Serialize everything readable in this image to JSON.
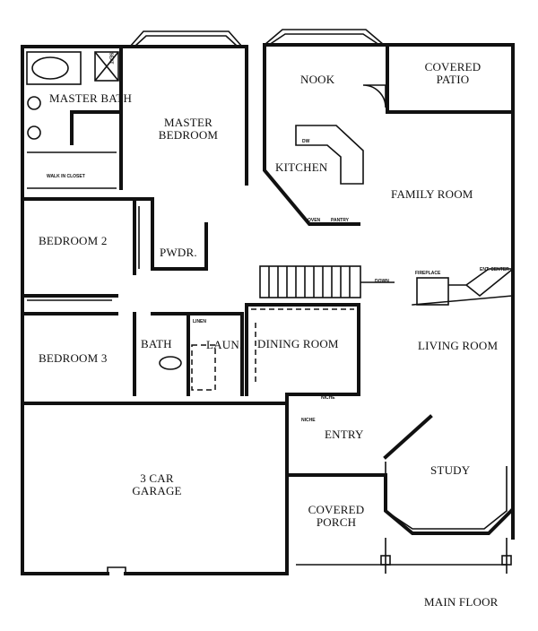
{
  "plan_title": "MAIN FLOOR",
  "rooms": {
    "master_bath": "MASTER BATH",
    "master_bedroom": "MASTER BEDROOM",
    "nook": "NOOK",
    "covered_patio": "COVERED PATIO",
    "kitchen": "KITCHEN",
    "family_room": "FAMILY ROOM",
    "bedroom2": "BEDROOM 2",
    "powder": "PWDR.",
    "bedroom3": "BEDROOM 3",
    "bath": "BATH",
    "laundry": "LAUN.",
    "dining_room": "DINING ROOM",
    "living_room": "LIVING ROOM",
    "entry": "ENTRY",
    "study": "STUDY",
    "garage": "3 CAR GARAGE",
    "covered_porch": "COVERED PORCH"
  },
  "fixtures": {
    "seat": "SEAT",
    "walk_in_closet": "WALK IN CLOSET",
    "dw": "DW",
    "oven": "OVEN",
    "pantry": "PANTRY",
    "down": "DOWN",
    "fireplace": "FIREPLACE",
    "ent_center": "ENT. CENTER",
    "linen": "LINEN",
    "niche1": "NICHE",
    "niche2": "NICHE"
  }
}
